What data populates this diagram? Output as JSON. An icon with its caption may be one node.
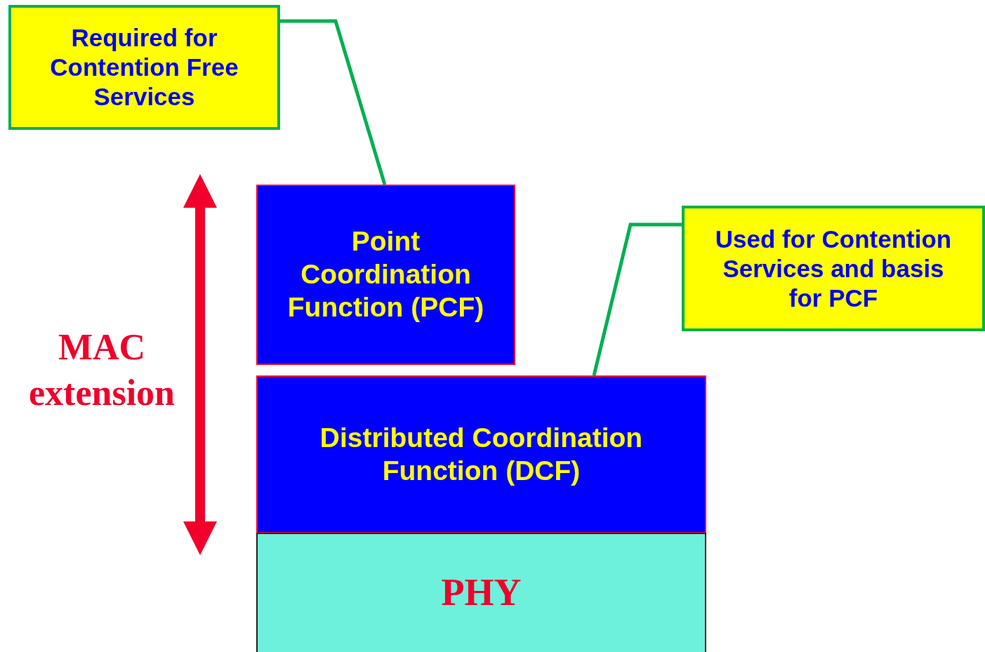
{
  "diagram": {
    "nodes": [
      {
        "text": [
          "Required for Contention Free Services"
        ]
      },
      {
        "text": [
          "Point Coordination Function (PCF)"
        ]
      },
      {
        "text": [
          "Used for Contention Services and basis for PCF"
        ]
      },
      {
        "text": [
          "Distributed Coordination Function (DCF)"
        ]
      },
      {
        "text": [
          "PHY"
        ]
      }
    ],
    "edges": [
      {
        "from": 0,
        "to": 1,
        "arrow": "none"
      },
      {
        "from": 2,
        "to": 3,
        "arrow": "none"
      }
    ],
    "labels": [
      "MAC extension"
    ]
  }
}
